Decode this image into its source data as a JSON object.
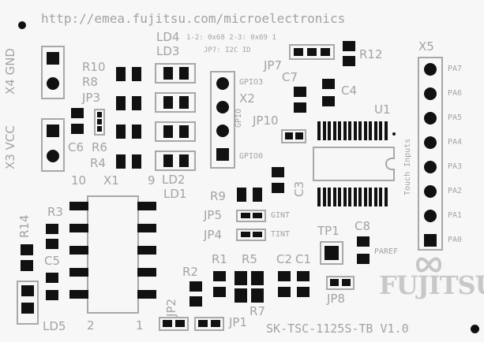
{
  "url": "http://emea.fujitsu.com/microelectronics",
  "board_id": "SK-TSC-1125S-TB V1.0",
  "brand": "FUJITSU",
  "jp7_note": "1-2: 0x68 2-3: 0x69 1",
  "jp7_desc": "JP7: I2C ID",
  "touch_inputs": "Touch Inputs",
  "connectors": {
    "x1": "X1",
    "x2": "X2",
    "x3": "X3 VCC",
    "x4": "X4 GND",
    "x5": "X5"
  },
  "x2_pins": [
    "GPIO3",
    "GPIO",
    "GPIO0"
  ],
  "x5_pins": [
    "PA7",
    "PA6",
    "PA5",
    "PA4",
    "PA3",
    "PA2",
    "PA1",
    "PA0"
  ],
  "x1_pins": {
    "p10": "10",
    "p9": "9",
    "p2": "2",
    "p1": "1"
  },
  "refs": {
    "ld1": "LD1",
    "ld2": "LD2",
    "ld3": "LD3",
    "ld4": "LD4",
    "ld5": "LD5",
    "r1": "R1",
    "r2": "R2",
    "r3": "R3",
    "r4": "R4",
    "r5": "R5",
    "r6": "R6",
    "r7": "R7",
    "r8": "R8",
    "r9": "R9",
    "r10": "R10",
    "r12": "R12",
    "r14": "R14",
    "c1": "C1",
    "c2": "C2",
    "c3": "C3",
    "c4": "C4",
    "c5": "C5",
    "c6": "C6",
    "c7": "C7",
    "c8": "C8",
    "jp1": "JP1",
    "jp2": "JP2",
    "jp3": "JP3",
    "jp4": "JP4",
    "jp5": "JP5",
    "jp7": "JP7",
    "jp8": "JP8",
    "jp10": "JP10",
    "tp1": "TP1",
    "u1": "U1"
  },
  "nets": {
    "gint": "GINT",
    "tint": "TINT",
    "paref": "PAREF"
  }
}
